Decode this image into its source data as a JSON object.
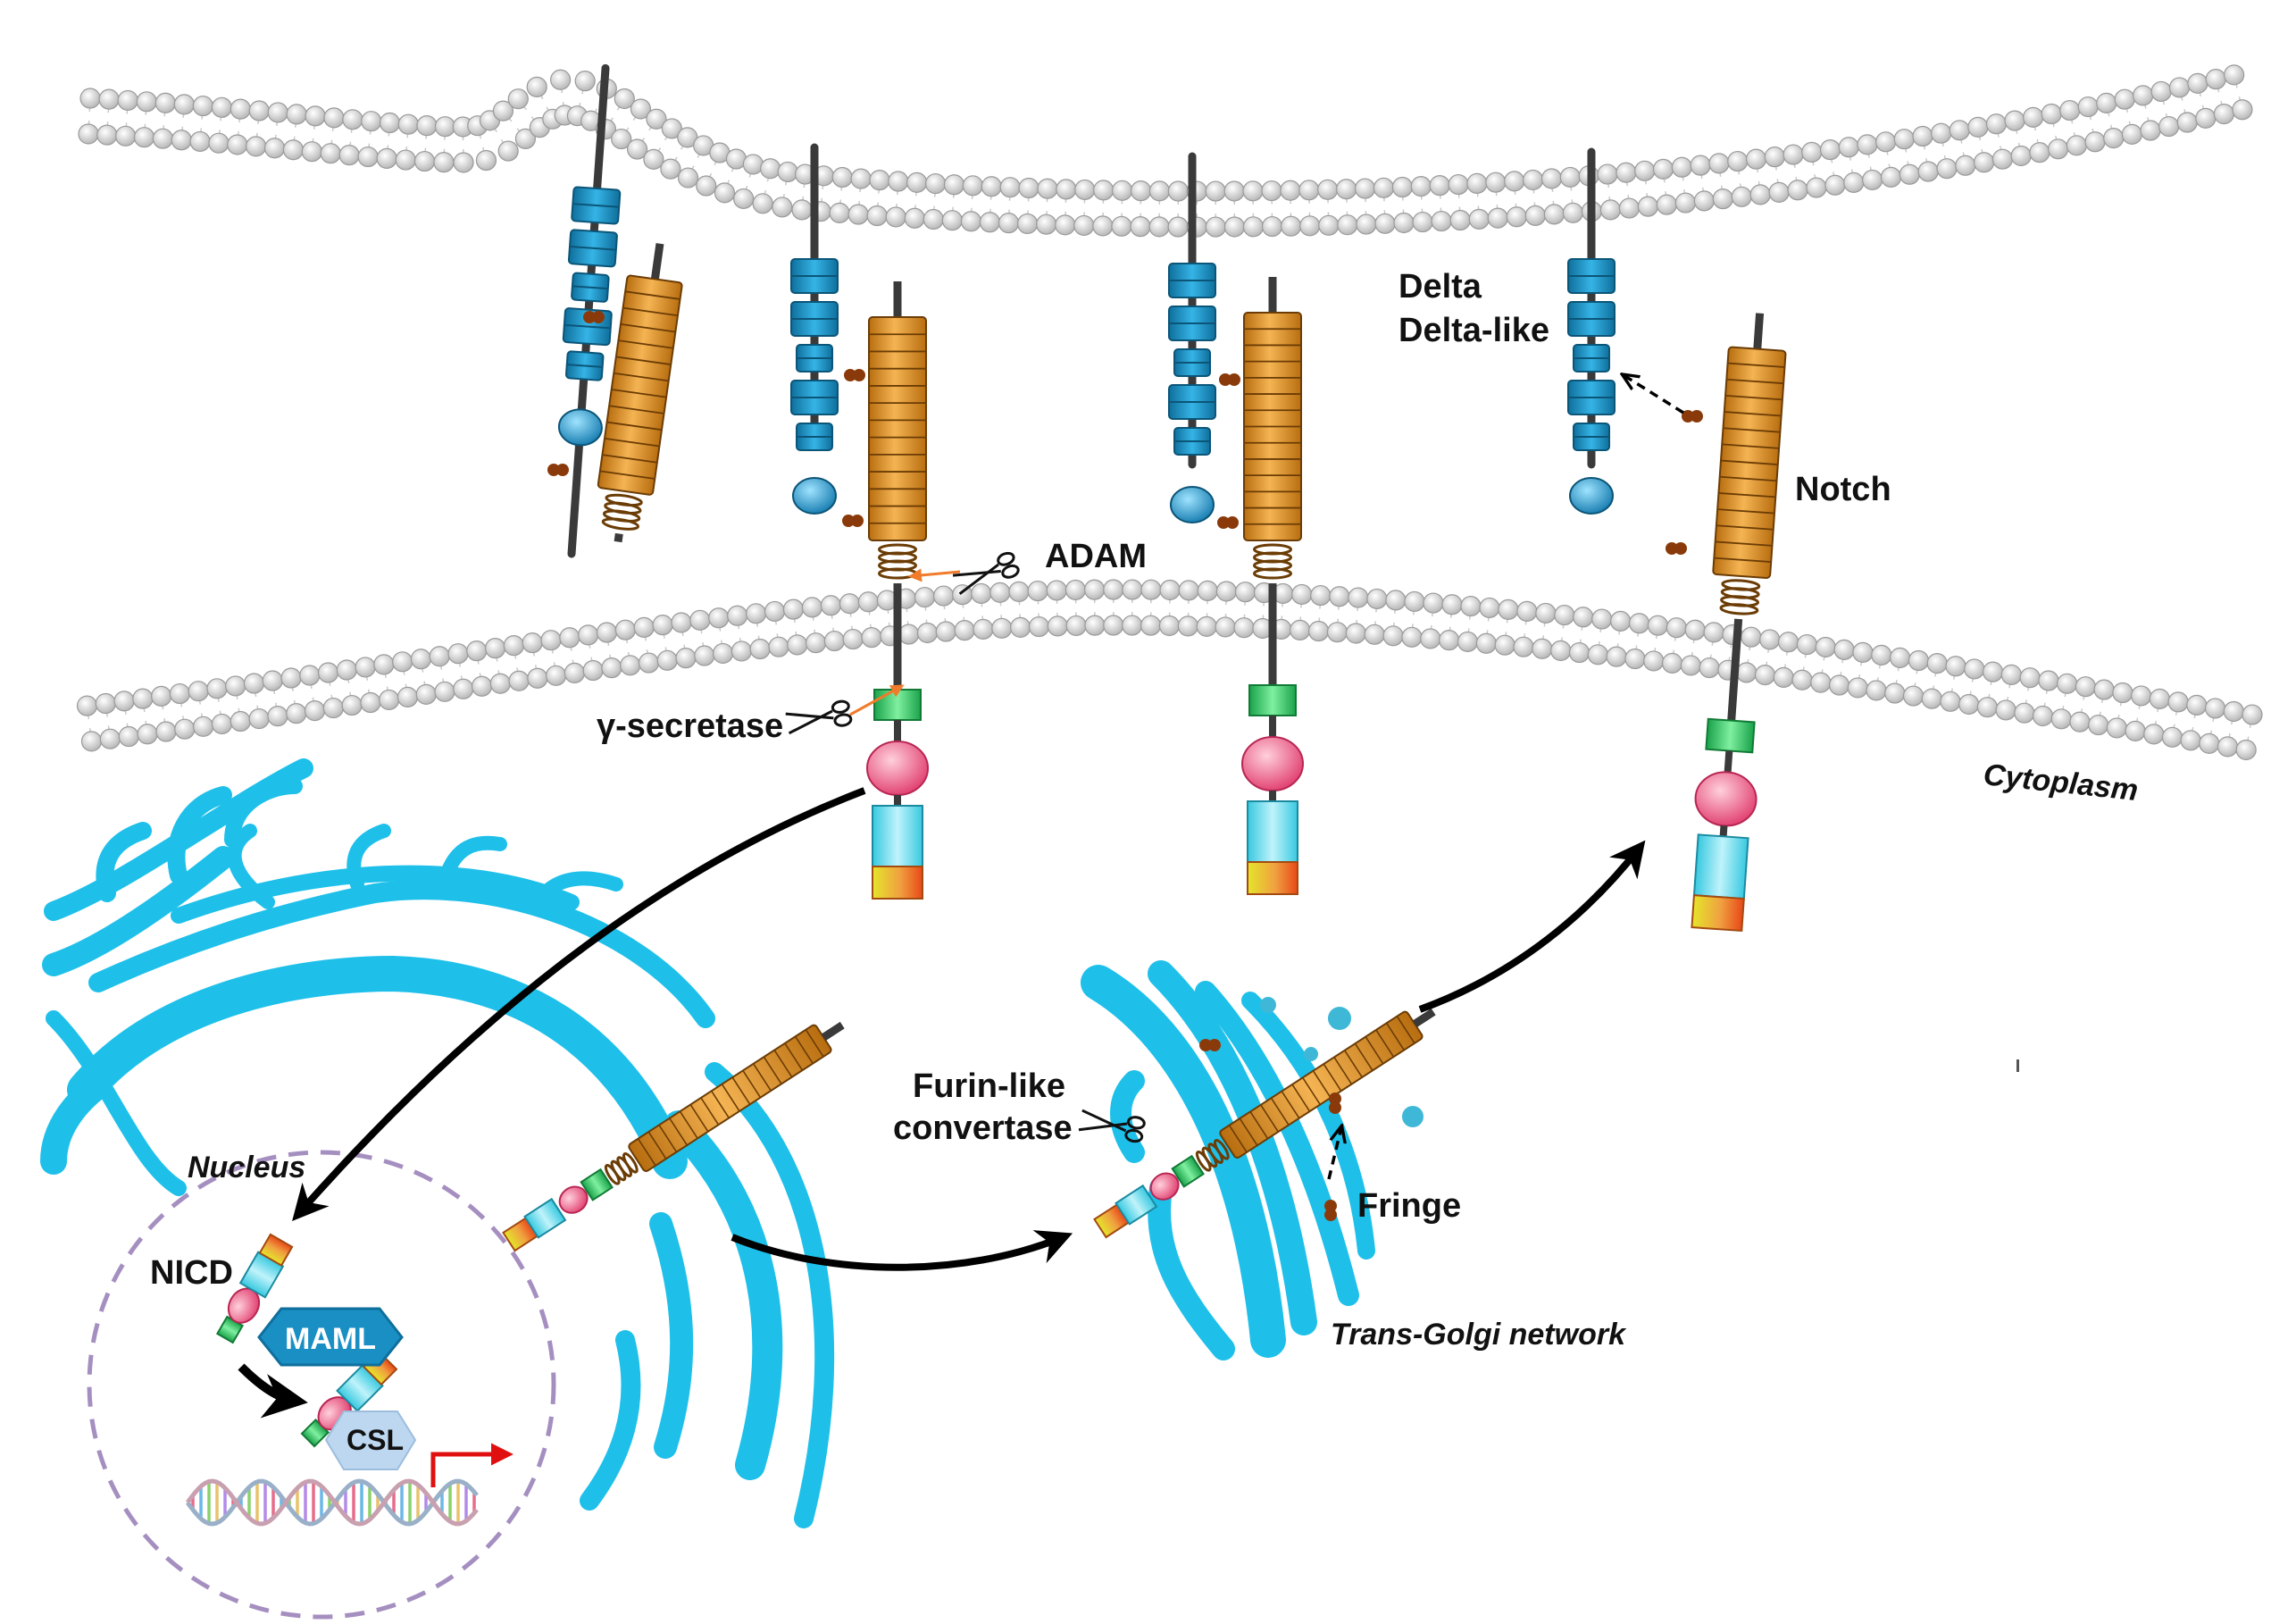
{
  "labels": {
    "delta": "Delta",
    "delta_like": "Delta-like",
    "notch": "Notch",
    "adam": "ADAM",
    "gamma_secretase": "γ-secretase",
    "cytoplasm": "Cytoplasm",
    "nucleus": "Nucleus",
    "nicd": "NICD",
    "maml": "MAML",
    "csl": "CSL",
    "furin_line1": "Furin-like",
    "furin_line2": "convertase",
    "fringe": "Fringe",
    "trans_golgi": "Trans-Golgi network"
  },
  "colors": {
    "membrane_bead": "#d6d6d6",
    "delta_domain": "#1a8fc4",
    "notch_egf": "#d9941f",
    "er_cyan": "#1ec0ea",
    "pest_pink": "#e8557f",
    "ank_green": "#27c55a",
    "glycan_brown": "#8a3a0a",
    "nuclear_envelope": "#a58fc0",
    "arrow": "#000000",
    "adam_arrow": "#f07b2a",
    "transcription_arrow": "#e01010"
  }
}
